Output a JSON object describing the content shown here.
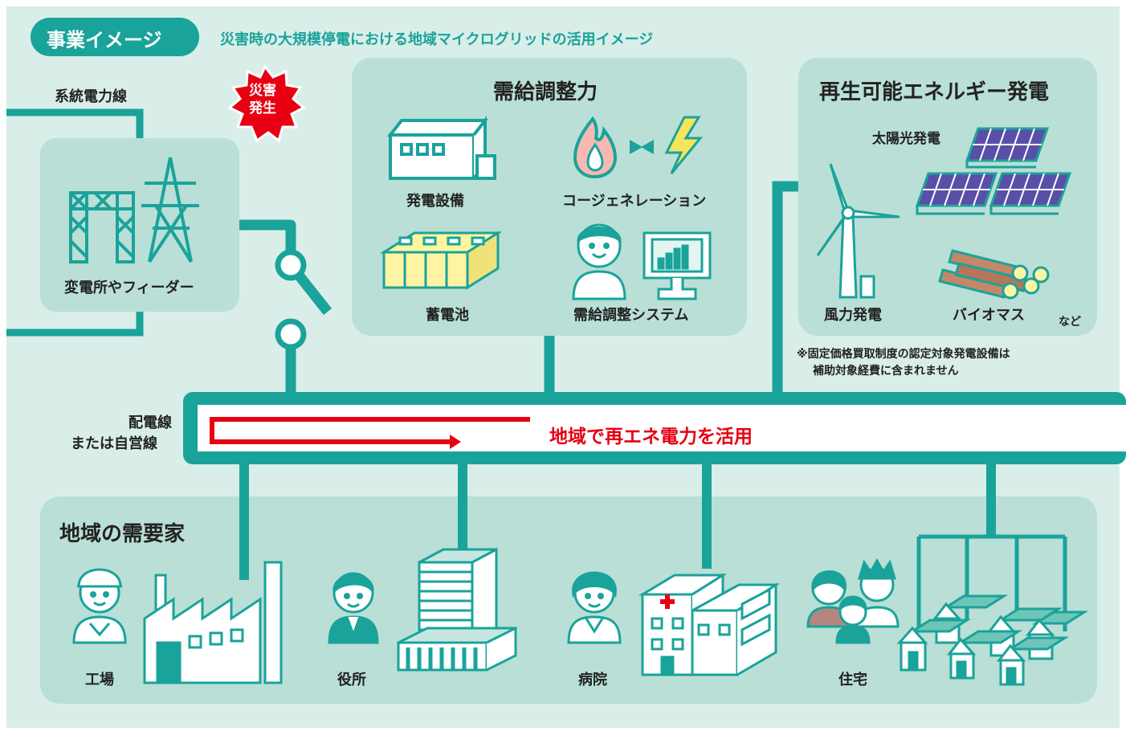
{
  "header": {
    "badge": "事業イメージ",
    "title": "災害時の大規模停電における地域マイクログリッドの活用イメージ"
  },
  "grid": {
    "line_label": "系統電力線",
    "substation_label": "変電所やフィーダー",
    "disaster_badge_line1": "災害",
    "disaster_badge_line2": "発生"
  },
  "balancing": {
    "title": "需給調整力",
    "items": [
      "発電設備",
      "コージェネレーション",
      "蓄電池",
      "需給調整システム"
    ]
  },
  "renewable": {
    "title": "再生可能エネルギー発電",
    "solar": "太陽光発電",
    "wind": "風力発電",
    "biomass": "バイオマス",
    "etc": "など",
    "note_line1": "※固定価格買取制度の認定対象発電設備は",
    "note_line2": "補助対象経費に含まれません"
  },
  "distribution": {
    "label_line1": "配電線",
    "label_line2": "または自営線",
    "flow_label": "地域で再エネ電力を活用"
  },
  "consumers": {
    "title": "地域の需要家",
    "items": [
      "工場",
      "役所",
      "病院",
      "住宅"
    ]
  },
  "colors": {
    "teal": "#1aa39a",
    "panel": "#b9dfd6",
    "background": "#d9eee8",
    "alert_red": "#e60012"
  }
}
